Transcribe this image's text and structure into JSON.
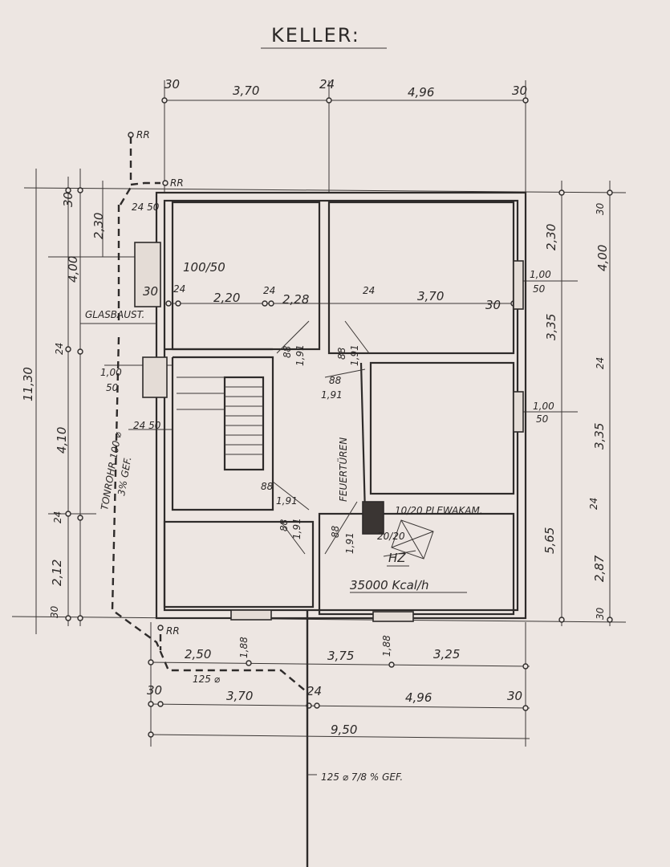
{
  "title": "KELLER:",
  "top_dims": [
    "30",
    "3,70",
    "24",
    "4,96",
    "30"
  ],
  "pipes": [
    "RR",
    "RR",
    "RR"
  ],
  "left_dims": [
    "30",
    "2,30",
    "24 50",
    "4,00",
    "24",
    "1,00",
    "50",
    "11,30",
    "4,10",
    "24 50",
    "24",
    "2,12",
    "30"
  ],
  "upper_dims": [
    "100/50",
    "30",
    "24",
    "2,20",
    "24",
    "2,28",
    "24",
    "3,70",
    "30"
  ],
  "right_dims": [
    "30",
    "2,30",
    "1,00",
    "50",
    "4,00",
    "3,35",
    "24",
    "1,00",
    "50",
    "3,35",
    "5,65",
    "24",
    "2,87",
    "30"
  ],
  "notes": {
    "glass": "GLASBAUST.",
    "drain": "TONROHR 100 ⌀",
    "drain_slope": "3% GEF.",
    "fire_doors": "FEUERTÜREN",
    "chimney": "10/20 PLEWAKAM.",
    "chimney2": "20/20",
    "heating": "HZ",
    "heating_power": "35000 Kcal/h",
    "outlet": "125 ⌀ 7/8 % GEF."
  },
  "doors": [
    "88",
    "1,91",
    "88",
    "1,91",
    "88",
    "1,91",
    "88",
    "1,91",
    "88",
    "1,91",
    "88",
    "1,91"
  ],
  "bottom_dims": [
    "2,50",
    "1,88",
    "3,75",
    "1,88",
    "3,25",
    "125 ⌀",
    "30",
    "3,70",
    "24",
    "4,96",
    "30",
    "9,50"
  ]
}
